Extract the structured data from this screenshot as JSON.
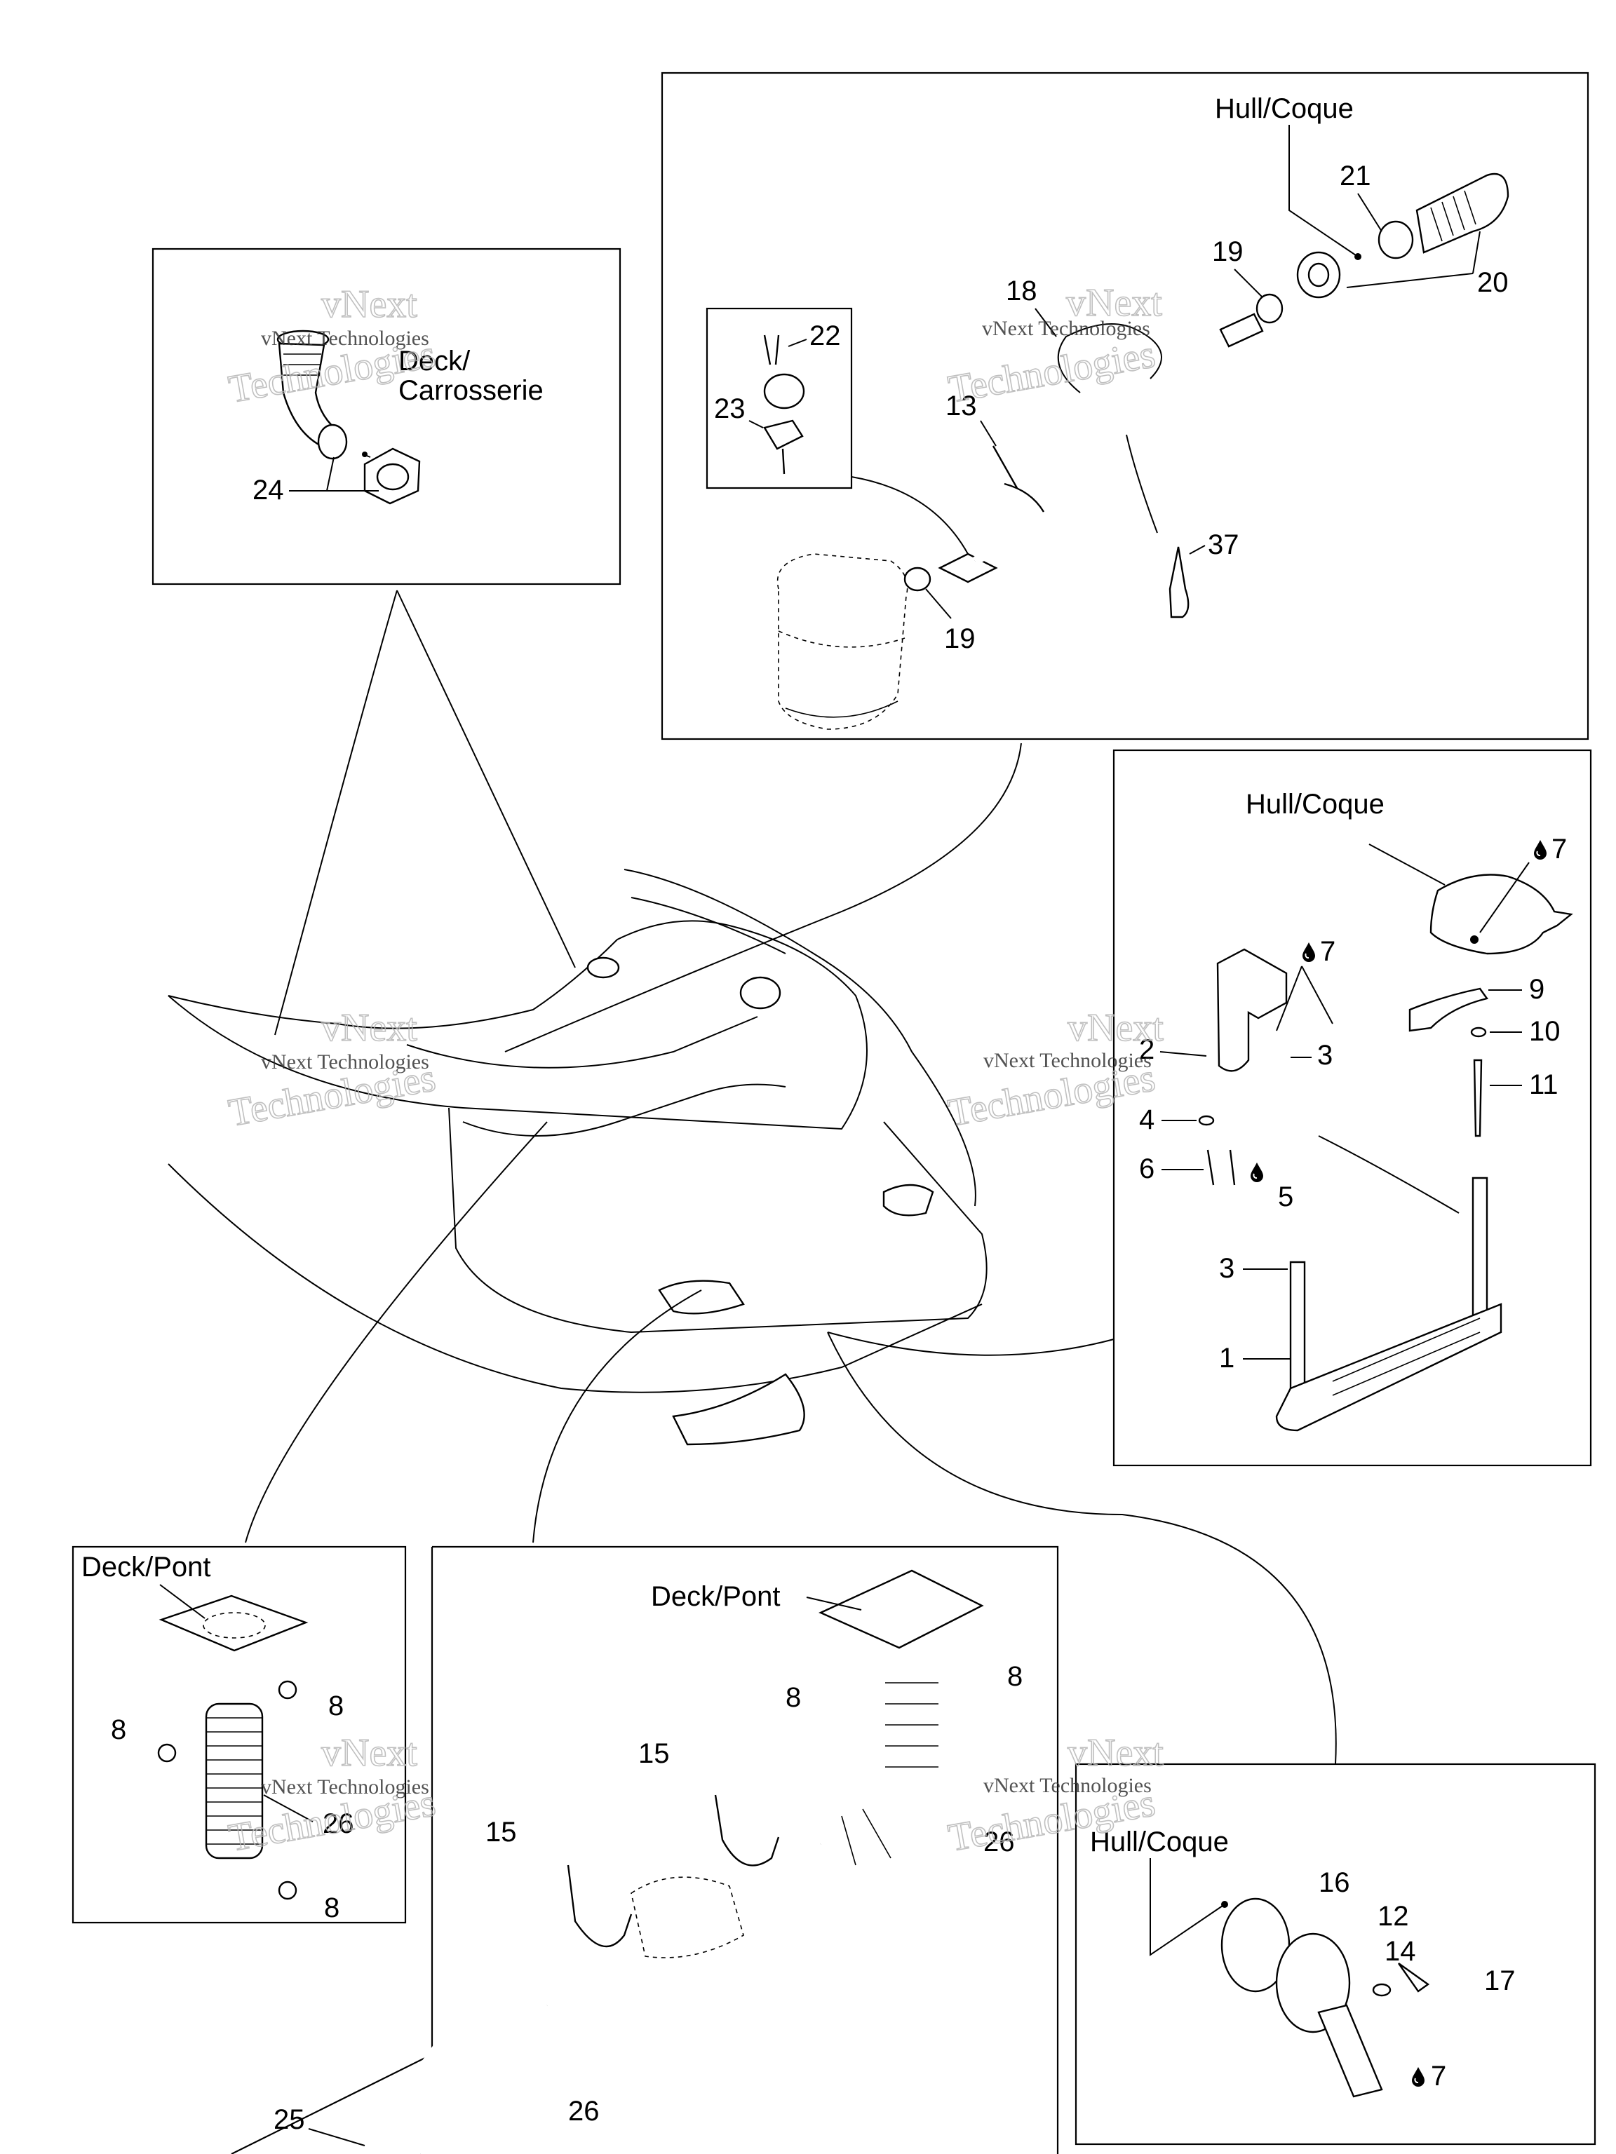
{
  "labels": {
    "hull_coque": "Hull/Coque",
    "deck_carrosserie_1": "Deck/",
    "deck_carrosserie_2": "Carrosserie",
    "deck_pont": "Deck/Pont"
  },
  "watermark": {
    "line1": "vNext",
    "line2": "vNext Technologies",
    "line3": "Technologies"
  },
  "callouts": {
    "p1": "1",
    "p2": "2",
    "p3": "3",
    "p4": "4",
    "p5": "5",
    "p6": "6",
    "p7": "7",
    "p8": "8",
    "p9": "9",
    "p10": "10",
    "p11": "11",
    "p12": "12",
    "p13": "13",
    "p14": "14",
    "p15": "15",
    "p16": "16",
    "p17": "17",
    "p18": "18",
    "p19": "19",
    "p20": "20",
    "p21": "21",
    "p22": "22",
    "p23": "23",
    "p24": "24",
    "p25": "25",
    "p26": "26",
    "p37": "37"
  },
  "colors": {
    "line": "#000000",
    "background": "#ffffff",
    "watermark": "#b5b5b5"
  },
  "icons": [
    "sealant-drop-icon"
  ]
}
